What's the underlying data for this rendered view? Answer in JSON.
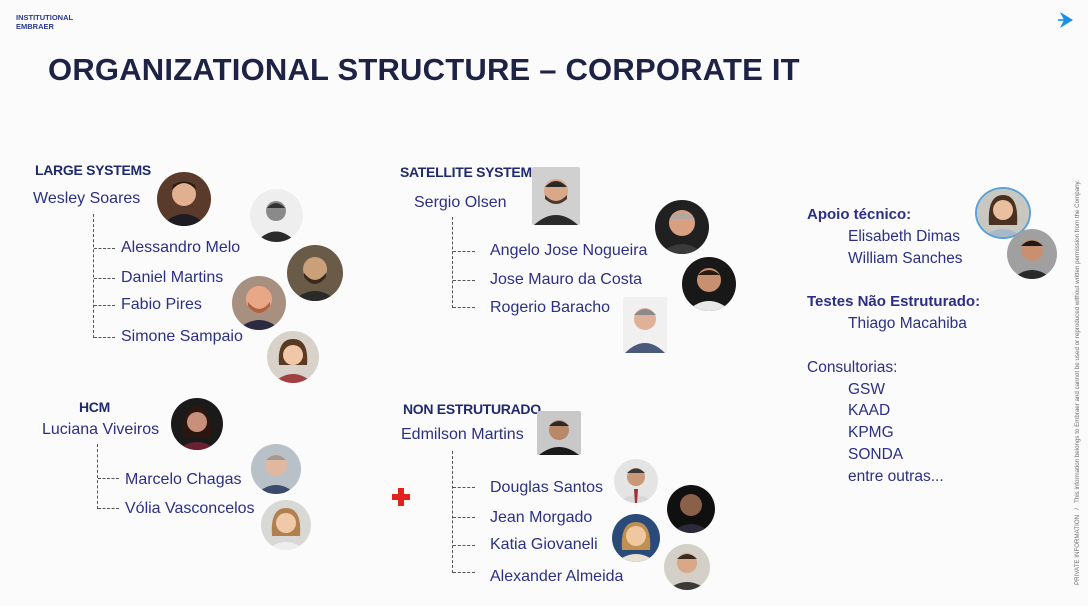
{
  "brand": {
    "line1": "INSTITUTIONAL",
    "line2": "EMBRAER"
  },
  "title": "ORGANIZATIONAL STRUCTURE – CORPORATE IT",
  "side_text": {
    "label": "PRIVATE INFORMATION",
    "separator": "/",
    "notice": "This information belongs to Embraer and cannot be used or reproduced without written permission from the Company."
  },
  "large_systems": {
    "section": "LARGE SYSTEMS",
    "leader": "Wesley Soares",
    "members": [
      "Alessandro Melo",
      "Daniel Martins",
      "Fabio Pires",
      "Simone Sampaio"
    ]
  },
  "hcm": {
    "section": "HCM",
    "leader": "Luciana Viveiros",
    "members": [
      "Marcelo Chagas",
      "Vólia Vasconcelos"
    ]
  },
  "satellite_systems": {
    "section": "SATELLITE SYSTEMS",
    "leader": "Sergio Olsen",
    "members": [
      "Angelo Jose Nogueira",
      "Jose Mauro da Costa",
      "Rogerio Baracho"
    ]
  },
  "non_estruturado": {
    "section": "NON ESTRUTURADO",
    "leader": "Edmilson Martins",
    "members": [
      "Douglas Santos",
      "Jean Morgado",
      "Katia Giovaneli",
      "Alexander Almeida"
    ]
  },
  "apoio": {
    "heading": "Apoio técnico:",
    "members": [
      "Elisabeth Dimas",
      "William Sanches"
    ]
  },
  "testes": {
    "heading": "Testes Não Estruturado:",
    "members": [
      "Thiago Macahiba"
    ]
  },
  "consultorias": {
    "heading": "Consultorias:",
    "members": [
      "GSW",
      "KAAD",
      "KPMG",
      "SONDA",
      "entre outras..."
    ]
  },
  "colors": {
    "title": "#1e2245",
    "text": "#2c2f86",
    "accent_plus": "#e0231c",
    "arrow": "#1b8ee6"
  },
  "icons": {
    "arrow": "arrow-right-icon",
    "plus": "red-plus-icon"
  }
}
